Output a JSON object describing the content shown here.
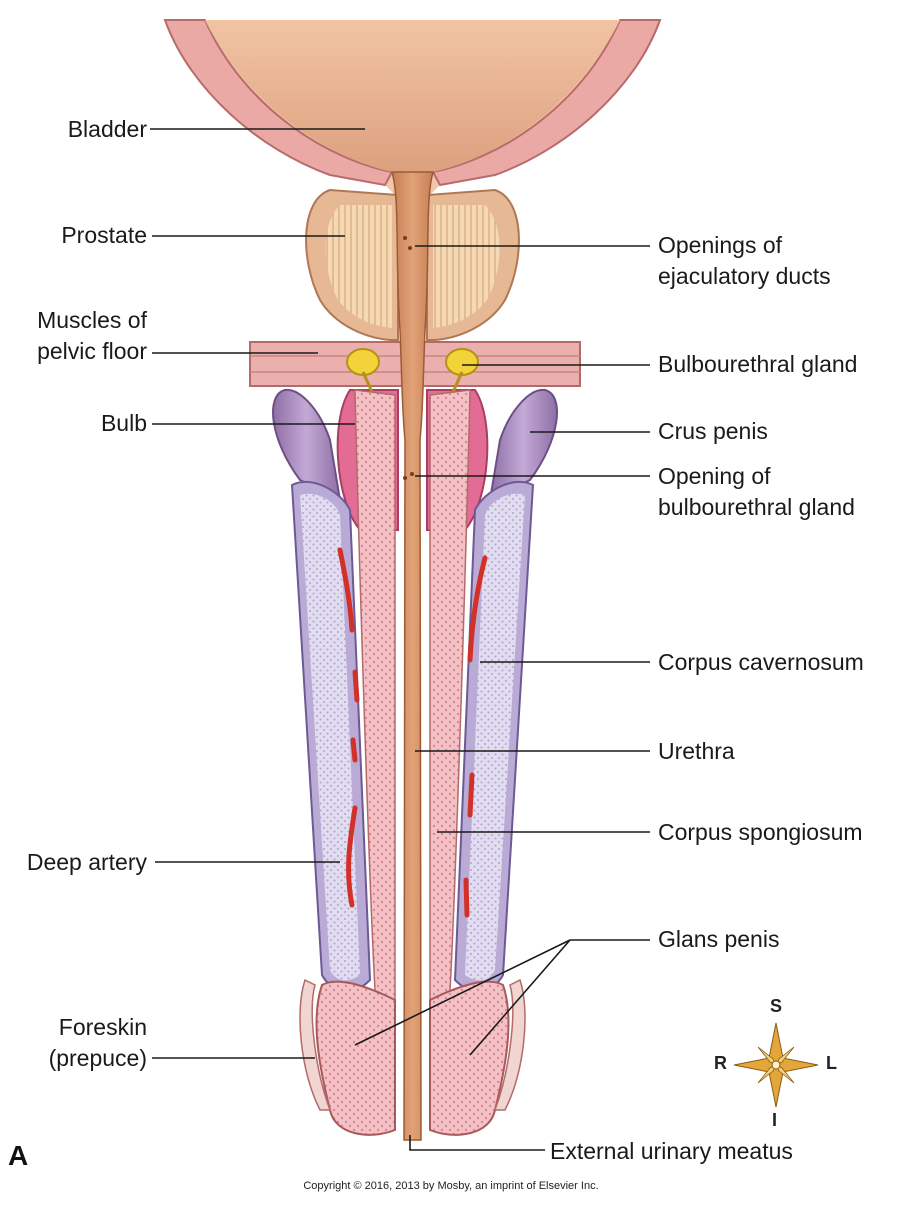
{
  "labels": {
    "bladder": "Bladder",
    "prostate": "Prostate",
    "muscles_pelvic_floor_1": "Muscles of",
    "muscles_pelvic_floor_2": "pelvic floor",
    "bulb": "Bulb",
    "deep_artery": "Deep artery",
    "foreskin_1": "Foreskin",
    "foreskin_2": "(prepuce)",
    "openings_ejaculatory_1": "Openings of",
    "openings_ejaculatory_2": "ejaculatory ducts",
    "bulbourethral_gland": "Bulbourethral gland",
    "crus_penis": "Crus penis",
    "opening_bulbourethral_1": "Opening of",
    "opening_bulbourethral_2": "bulbourethral gland",
    "corpus_cavernosum": "Corpus cavernosum",
    "urethra": "Urethra",
    "corpus_spongiosum": "Corpus spongiosum",
    "glans_penis": "Glans penis",
    "external_urinary_meatus": "External urinary meatus"
  },
  "compass": {
    "superior": "S",
    "inferior": "I",
    "right": "R",
    "left": "L"
  },
  "panel_letter": "A",
  "copyright": "Copyright © 2016, 2013 by Mosby, an imprint of Elsevier Inc."
}
